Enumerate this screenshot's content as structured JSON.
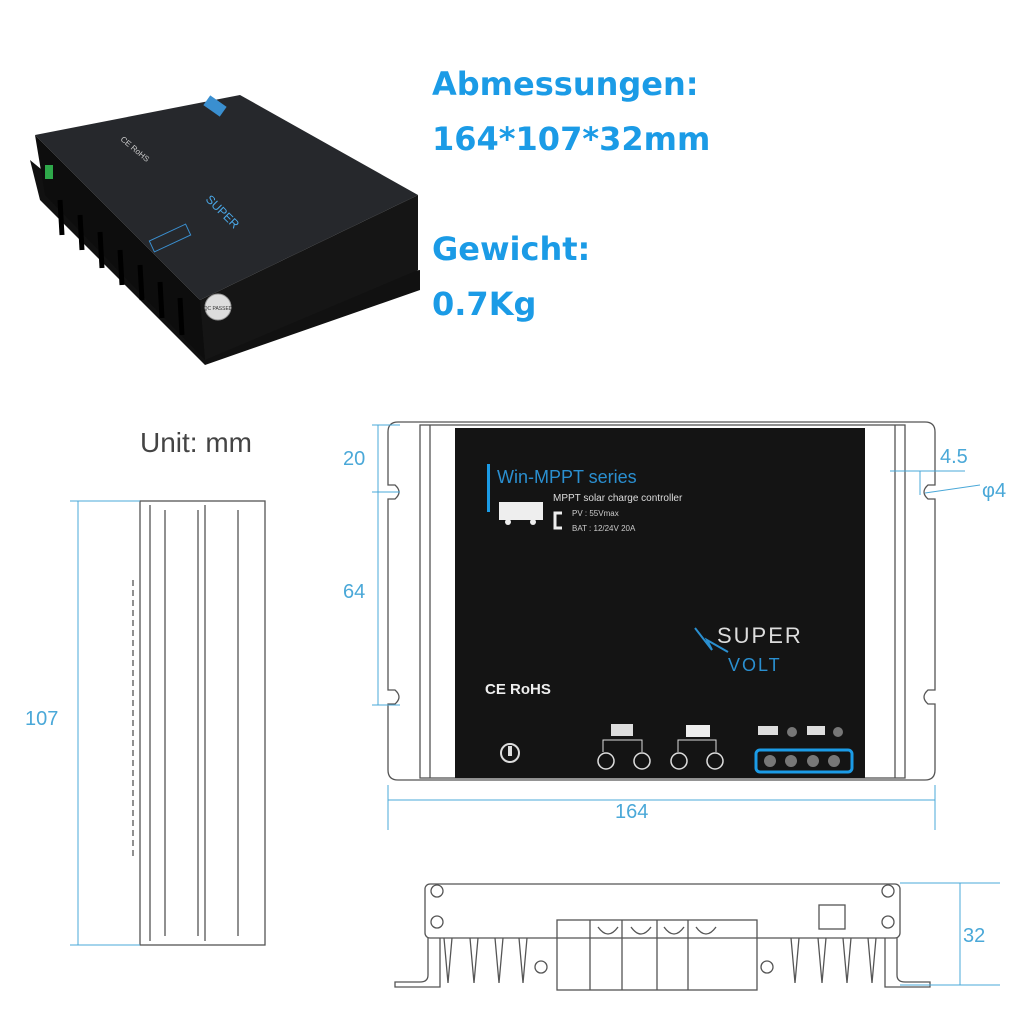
{
  "specs": {
    "dimensions_label": "Abmessungen:",
    "dimensions_value": "164*107*32mm",
    "weight_label": "Gewicht:",
    "weight_value": "0.7Kg"
  },
  "drawing": {
    "unit_label": "Unit: mm",
    "height_107": "107",
    "front_20": "20",
    "front_64": "64",
    "width_164": "164",
    "hole_offset": "4.5",
    "hole_diameter": "φ4",
    "thickness_32": "32"
  },
  "panel": {
    "series_title": "Win-MPPT  series",
    "subtitle": "MPPT solar charge controller",
    "pv_line": "PV  :  55Vmax",
    "bat_line": "BAT :  12/24V    20A",
    "brand_line1": "SUPER",
    "brand_line2": "VOLT",
    "cert": "CE RoHS",
    "qc_badge": "QC PASSED"
  },
  "colors": {
    "accent": "#1b9be6",
    "dimension": "#4aa8d8",
    "panel": "#141414"
  },
  "icons": [
    "rv-camper-icon",
    "temperature-sensor-icon",
    "solar-panel-icon",
    "battery-icon",
    "plus-terminal-icon",
    "minus-terminal-icon",
    "screw-icon"
  ]
}
